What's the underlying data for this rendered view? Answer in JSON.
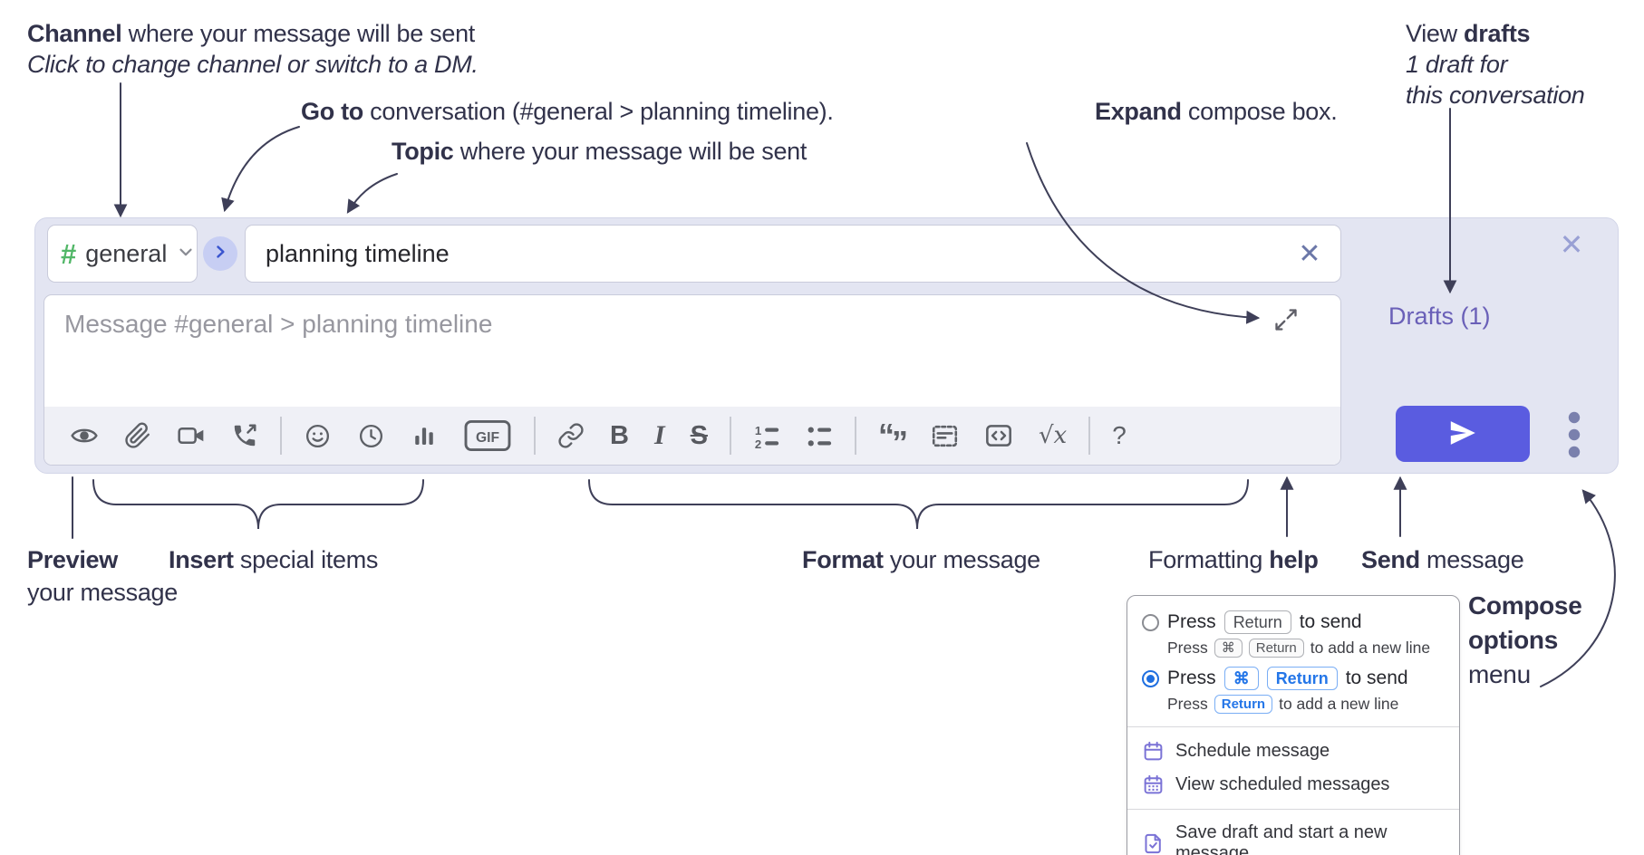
{
  "annotations": {
    "channel": {
      "bold": "Channel",
      "rest": " where your message will be sent",
      "sub": "Click to change channel or switch to a DM."
    },
    "goto": {
      "bold": "Go to",
      "rest": " conversation (#general > planning timeline)."
    },
    "topic": {
      "bold": "Topic",
      "rest": " where your message will be sent"
    },
    "expand": {
      "bold": "Expand",
      "rest": " compose box."
    },
    "view_drafts": {
      "pre": "View ",
      "bold": "drafts",
      "line2": "1 draft for",
      "line3": "this conversation"
    },
    "preview": {
      "bold": "Preview",
      "line2": "your message"
    },
    "insert": {
      "bold": "Insert",
      "rest": " special items"
    },
    "format": {
      "bold": "Format",
      "rest": " your message"
    },
    "help": {
      "pre": "Formatting ",
      "bold": "help"
    },
    "send": {
      "bold": "Send",
      "rest": " message"
    },
    "compose_options": {
      "line1": "Compose",
      "line2": "options",
      "line3": "menu"
    }
  },
  "compose": {
    "channel_hash": "#",
    "channel_name": "general",
    "topic_value": "planning timeline",
    "clear_topic_glyph": "✕",
    "close_glyph": "✕",
    "message_placeholder": "Message #general > planning timeline",
    "drafts_label": "Drafts (1)",
    "toolbar_icons": [
      "preview-icon",
      "attach-icon",
      "video-call-icon",
      "audio-call-icon",
      "emoji-icon",
      "time-icon",
      "poll-icon",
      "gif-icon",
      "link-icon",
      "bold-icon",
      "italic-icon",
      "strikethrough-icon",
      "numbered-list-icon",
      "bulleted-list-icon",
      "quote-icon",
      "spoiler-icon",
      "code-icon",
      "math-icon",
      "help-icon"
    ],
    "toolbar_text": {
      "gif": "GIF",
      "bold": "B",
      "italic": "I",
      "strike": "S",
      "ol1": "1",
      "ol2": "2",
      "quote_open": "“",
      "quote_close": "”",
      "math": "√x",
      "help": "?"
    }
  },
  "options_menu": {
    "row1": {
      "main_press": "Press",
      "main_key": "Return",
      "main_after": "to send",
      "sub_press": "Press",
      "sub_key1": "⌘",
      "sub_key2": "Return",
      "sub_after": "to add a new line"
    },
    "row2": {
      "main_press": "Press",
      "main_key1": "⌘",
      "main_key2": "Return",
      "main_after": "to send",
      "sub_press": "Press",
      "sub_key": "Return",
      "sub_after": "to add a new line"
    },
    "items": [
      {
        "icon": "calendar-icon",
        "label": "Schedule message"
      },
      {
        "icon": "calendar-grid-icon",
        "label": "View scheduled messages"
      },
      {
        "icon": "save-draft-icon",
        "label": "Save draft and start a new message"
      }
    ]
  },
  "colors": {
    "compose_bg": "#e3e5f2",
    "toolbar_bg": "#eff0f6",
    "send_accent": "#5a5ce0",
    "hash_green": "#52b768",
    "link_violet": "#6a60b8",
    "radio_blue": "#1f6fe0",
    "key_blue": "#2476e8",
    "menu_icon_purple": "#7a72d6",
    "annotation_navy": "#31324a"
  }
}
